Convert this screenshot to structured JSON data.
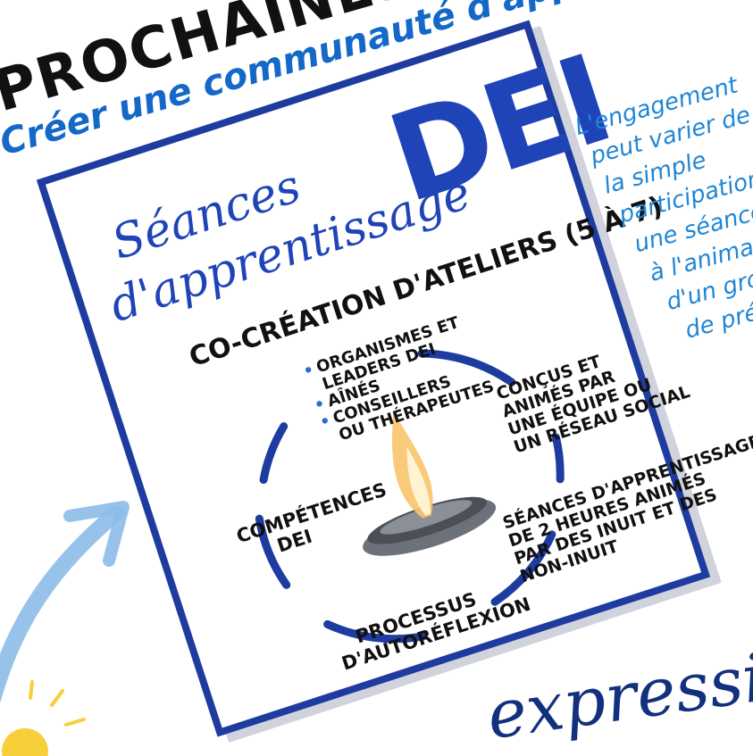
{
  "banner": {
    "title": "PROCHAINES ÉTAPES",
    "subtitle": "Créer une communauté d'apprentissage"
  },
  "card": {
    "title_line1": "Séances",
    "title_line2": "d'apprentissage",
    "title_acronym": "DEI",
    "subtitle": "CO-CRÉATION D'ATELIERS (5 À 7)",
    "bullets": [
      "ORGANISMES ET",
      "LEADERS DEI",
      "AÎNÉS",
      "CONSEILLERS",
      "OU THÉRAPEUTES"
    ],
    "right_text": [
      "CONÇUS ET",
      "ANIMÉS PAR",
      "UNE ÉQUIPE OU",
      "UN RÉSEAU SOCIAL"
    ],
    "left_text": [
      "COMPÉTENCES",
      "DEI"
    ],
    "right_bottom_text": [
      "SÉANCES D'APPRENTISSAGE",
      "DE 2 HEURES ANIMÉS",
      "PAR DES INUIT ET DES",
      "NON-INUIT"
    ],
    "bottom_text": [
      "PROCESSUS",
      "D'AUTORÉFLEXION"
    ],
    "icon": "qulliq-lamp-flame"
  },
  "note": {
    "lines": [
      "L'engagement",
      "peut varier de",
      "la simple",
      "participation à",
      "une séance",
      "à l'animati",
      "d'un grou",
      "de pré"
    ]
  },
  "expression": "expressi",
  "colors": {
    "frame": "#1e3ba0",
    "title_blue": "#1f44b8",
    "accent_blue": "#1468c8",
    "note_blue": "#1f86d6",
    "light_arrow": "#8cbde8",
    "bulb_yellow": "#f6cf3a"
  }
}
